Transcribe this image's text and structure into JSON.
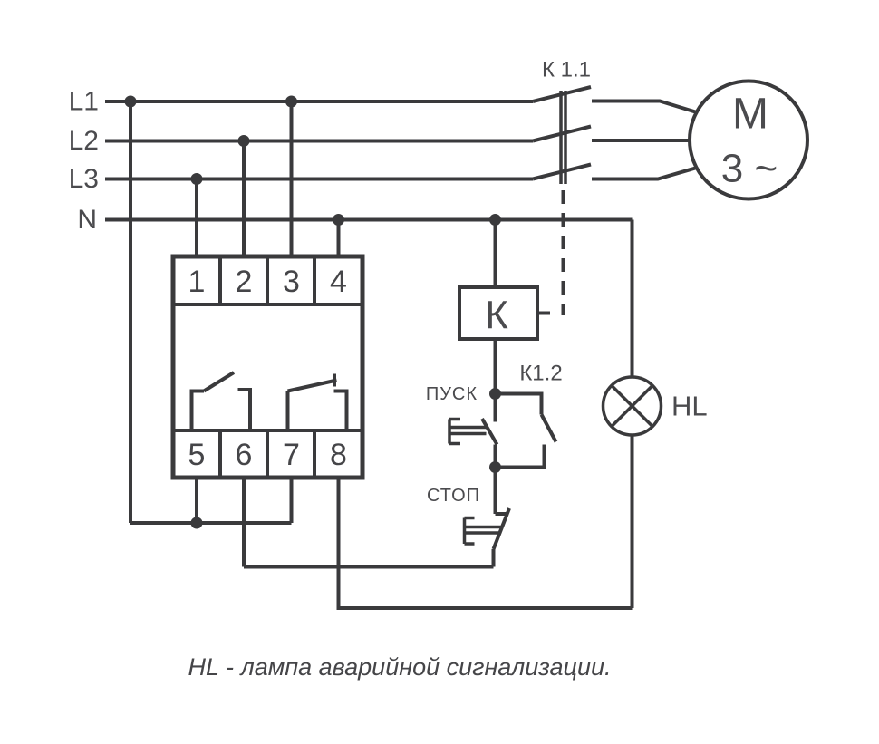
{
  "diagram": {
    "type": "electrical-schematic",
    "power_labels": {
      "l1": "L1",
      "l2": "L2",
      "l3": "L3",
      "n": "N"
    },
    "contactor": {
      "main_contact_label": "К 1.1",
      "coil_label": "К",
      "aux_contact_label": "К1.2"
    },
    "motor": {
      "letter": "M",
      "phases": "3 ~"
    },
    "device_terminals": {
      "top": [
        "1",
        "2",
        "3",
        "4"
      ],
      "bottom": [
        "5",
        "6",
        "7",
        "8"
      ]
    },
    "buttons": {
      "start": "ПУСК",
      "stop": "СТОП"
    },
    "lamp_label": "HL",
    "caption": "HL - лампа аварийной сигнализации.",
    "colors": {
      "line": "#3a3a3c",
      "text": "#4b4b4e",
      "background": "#ffffff"
    }
  }
}
